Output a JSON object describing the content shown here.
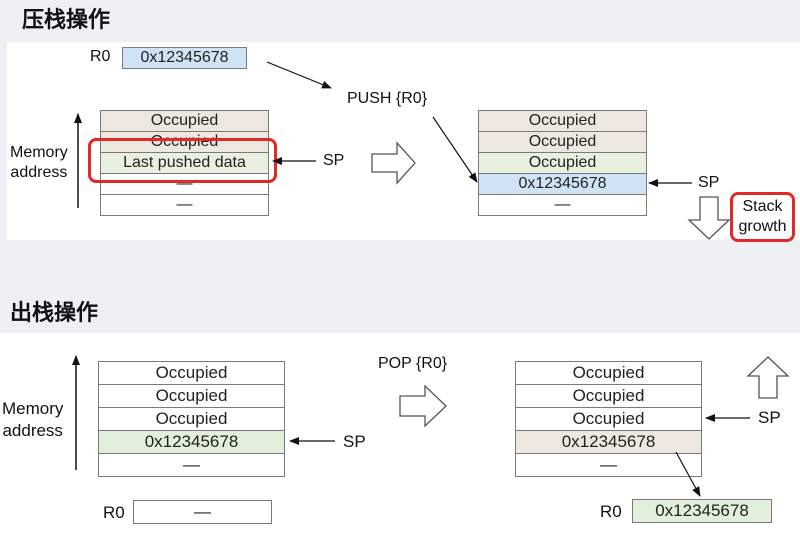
{
  "push": {
    "title": "压栈操作",
    "r0_label": "R0",
    "r0_value": "0x12345678",
    "operation": "PUSH {R0}",
    "axis_label_line1": "Memory",
    "axis_label_line2": "address",
    "before_cells": [
      "Occupied",
      "Occupied",
      "Last pushed data",
      "—",
      "—"
    ],
    "after_cells": [
      "Occupied",
      "Occupied",
      "Occupied",
      "0x12345678",
      "—"
    ],
    "sp_before": "SP",
    "sp_after": "SP",
    "growth_line1": "Stack",
    "growth_line2": "growth"
  },
  "pop": {
    "title": "出栈操作",
    "operation": "POP {R0}",
    "axis_label_line1": "Memory",
    "axis_label_line2": "address",
    "before_cells": [
      "Occupied",
      "Occupied",
      "Occupied",
      "0x12345678",
      "—"
    ],
    "after_cells": [
      "Occupied",
      "Occupied",
      "Occupied",
      "0x12345678",
      "—"
    ],
    "sp_before": "SP",
    "sp_after": "SP",
    "r0_label_before": "R0",
    "r0_value_before": "—",
    "r0_label_after": "R0",
    "r0_value_after": "0x12345678"
  },
  "colors": {
    "highlight": "#e02a2a",
    "register_blue": "#cfe3f5",
    "data_green": "#e2efda",
    "occupied_beige": "#ede7df"
  }
}
